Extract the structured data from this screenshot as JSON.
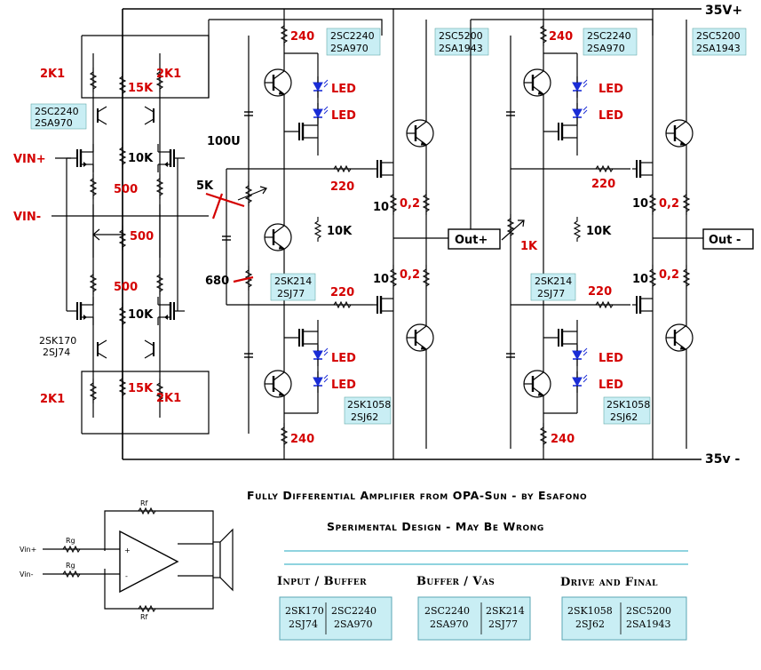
{
  "rails": {
    "pos": "35V+",
    "neg": "35v -"
  },
  "input_labels": {
    "vin_pos": "VIN+",
    "vin_neg": "VIN-"
  },
  "resistor_labels": {
    "r_2k1_tl": "2K1",
    "r_2k1_tr": "2K1",
    "r_15k_top": "15K",
    "r_10k_top": "10K",
    "r_500_top": "500",
    "r_500_mid": "500",
    "r_500_bot": "500",
    "r_10k_bot": "10K",
    "r_2k1_bl": "2K1",
    "r_2k1_br": "2K1",
    "r_15k_bot": "15K",
    "r_100u": "100U",
    "r_5k": "5K",
    "r_680": "680",
    "r_240_l_top": "240",
    "r_240_l_bot": "240",
    "r_240_r_top": "240",
    "r_240_r_bot": "240",
    "r_220_l_top": "220",
    "r_220_l_bot": "220",
    "r_220_r_top": "220",
    "r_220_r_bot": "220",
    "r_10k_l": "10K",
    "r_10k_r": "10K",
    "r_1k": "1K",
    "r_10_l_top": "10",
    "r_10_l_bot": "10",
    "r_10_r_top": "10",
    "r_10_r_bot": "10",
    "r_02_l_top": "0,2",
    "r_02_l_bot": "0,2",
    "r_02_r_top": "0,2",
    "r_02_r_bot": "0,2"
  },
  "led_labels": {
    "l_led_1": "LED",
    "l_led_2": "LED",
    "l_led_3": "LED",
    "l_led_4": "LED",
    "r_led_1": "LED",
    "r_led_2": "LED",
    "r_led_3": "LED",
    "r_led_4": "LED"
  },
  "part_labels": {
    "pair_in_top": [
      "2SC2240",
      "2SA970"
    ],
    "pair_in_bot": [
      "2SK170",
      "2SJ74"
    ],
    "l_top_driver": [
      "2SC2240",
      "2SA970"
    ],
    "l_top_out": [
      "2SC5200",
      "2SA1943"
    ],
    "l_mid": [
      "2SK214",
      "2SJ77"
    ],
    "l_bot": [
      "2SK1058",
      "2SJ62"
    ],
    "r_top_driver": [
      "2SC2240",
      "2SA970"
    ],
    "r_top_out": [
      "2SC5200",
      "2SA1943"
    ],
    "r_mid": [
      "2SK214",
      "2SJ77"
    ],
    "r_bot": [
      "2SK1058",
      "2SJ62"
    ]
  },
  "outputs": {
    "out_pos": "Out+",
    "out_neg": "Out -"
  },
  "title": "Fully Differential Amplifier from OPA-Sun  -  by Esafono",
  "subtitle": "Sperimental Design - May Be Wrong",
  "mini_schematic": {
    "rf_top": "Rf",
    "rf_bot": "Rf",
    "rg_top": "Rg",
    "rg_bot": "Rg",
    "vin_pos": "Vin+",
    "vin_neg": "Vin-",
    "opamp_plus": "+",
    "opamp_minus": "-"
  },
  "stages": [
    {
      "header": "Input / Buffer",
      "col1": [
        "2SK170",
        "2SJ74"
      ],
      "col2": [
        "2SC2240",
        "2SA970"
      ]
    },
    {
      "header": "Buffer / Vas",
      "col1": [
        "2SC2240",
        "2SA970"
      ],
      "col2": [
        "2SK214",
        "2SJ77"
      ]
    },
    {
      "header": "Drive and Final",
      "col1": [
        "2SK1058",
        "2SJ62"
      ],
      "col2": [
        "2SC5200",
        "2SA1943"
      ]
    }
  ]
}
